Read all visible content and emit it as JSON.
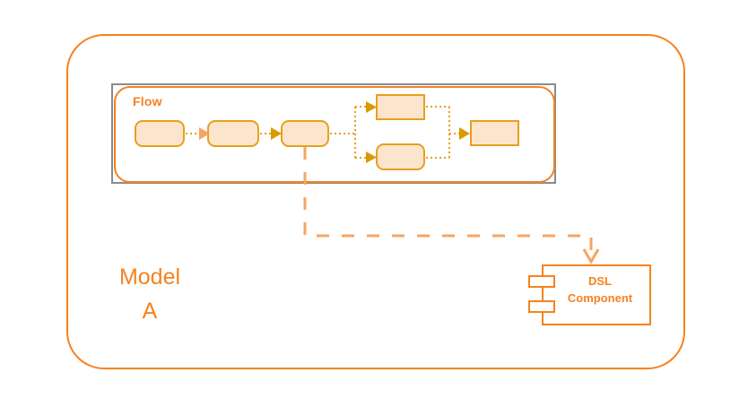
{
  "diagram": {
    "type": "uml-model-diagram",
    "background": "#ffffff",
    "colors": {
      "accent_orange": "#f5821f",
      "node_fill": "#fde5cd",
      "node_stroke": "#e6a01e",
      "selection_gray": "#888c8f",
      "light_arrow": "#f6a562"
    }
  },
  "model": {
    "label": "Model\nA",
    "shape": "rounded-rectangle"
  },
  "flow": {
    "title": "Flow",
    "selected": true,
    "nodes": [
      {
        "id": "n1",
        "label": "",
        "shape": "rounded"
      },
      {
        "id": "n2",
        "label": "",
        "shape": "rounded"
      },
      {
        "id": "n3",
        "label": "",
        "shape": "rounded"
      },
      {
        "id": "n4",
        "label": "",
        "shape": "sharp"
      },
      {
        "id": "n5",
        "label": "",
        "shape": "rounded"
      },
      {
        "id": "n6",
        "label": "",
        "shape": "sharp"
      }
    ],
    "edges": [
      {
        "from": "n1",
        "to": "n2",
        "style": "dotted",
        "arrow": "filled"
      },
      {
        "from": "n2",
        "to": "n3",
        "style": "dotted",
        "arrow": "filled"
      },
      {
        "from": "n3",
        "to": "n4",
        "style": "dotted",
        "arrow": "filled"
      },
      {
        "from": "n3",
        "to": "n5",
        "style": "dotted",
        "arrow": "filled"
      },
      {
        "from": "n4",
        "to": "n6",
        "style": "dotted",
        "arrow": "filled"
      },
      {
        "from": "n5",
        "to": "n6",
        "style": "dotted",
        "arrow": "filled"
      }
    ]
  },
  "component": {
    "label": "DSL\nComponent",
    "stereotype": "component",
    "tabs": 2
  },
  "dependency": {
    "from": "flow-node-3",
    "to": "dsl-component",
    "style": "dashed",
    "arrow": "open"
  }
}
